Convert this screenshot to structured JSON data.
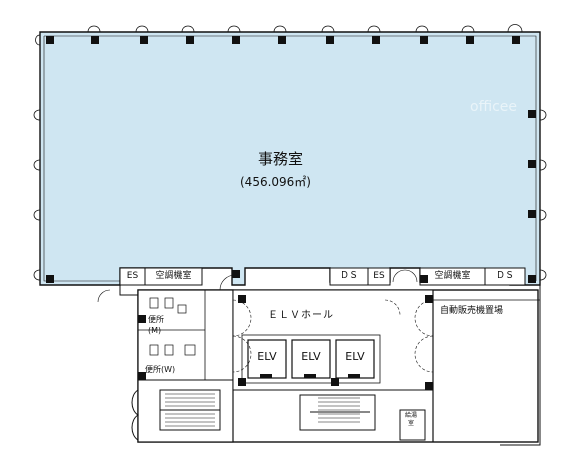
{
  "floor": {
    "office_name": "事務室",
    "office_area": "(456.096㎡)",
    "elevator_hall": "ＥＬＶホール",
    "elevators": [
      "ELV",
      "ELV",
      "ELV"
    ],
    "vending_area": "自動販売機置場",
    "rooms": {
      "es_left": "ES",
      "ac_left": "空調機室",
      "ds_mid": "ＤＳ",
      "es_mid": "ES",
      "ac_right": "空調機室",
      "ds_right": "ＤＳ",
      "toilet_men": "便所\n(M)",
      "toilet_women": "便所(W)",
      "kyutou": "給湯室"
    },
    "watermark": "officee"
  },
  "colors": {
    "office_fill": "#cfe6f2",
    "wall": "#111111",
    "column": "#111111"
  }
}
